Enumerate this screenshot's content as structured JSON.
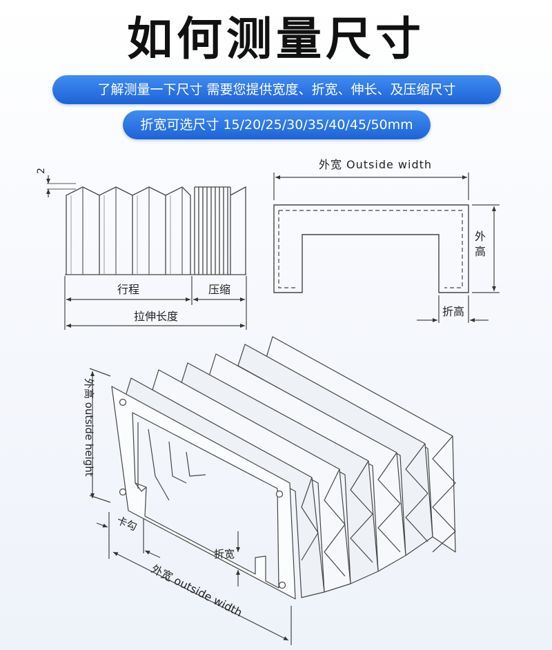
{
  "title": "如何测量尺寸",
  "banner_line1": "了解测量一下尺寸 需要您提供宽度、折宽、伸长、及压缩尺寸",
  "banner_line2": "折宽可选尺寸 15/20/25/30/35/40/45/50mm",
  "diagram_left": {
    "fold_label": "2",
    "stroke_label": "行程",
    "compress_label": "压缩",
    "extend_label": "拉伸长度"
  },
  "diagram_right": {
    "outside_width_label": "外宽 Outside width",
    "outside_height_label": "外\n高",
    "fold_height_label": "折高"
  },
  "diagram_bottom": {
    "outside_height_label": "外高 outside height",
    "hook_label": "卡勾",
    "fold_width_label": "折宽",
    "outside_width_label": "外宽 outside width"
  }
}
